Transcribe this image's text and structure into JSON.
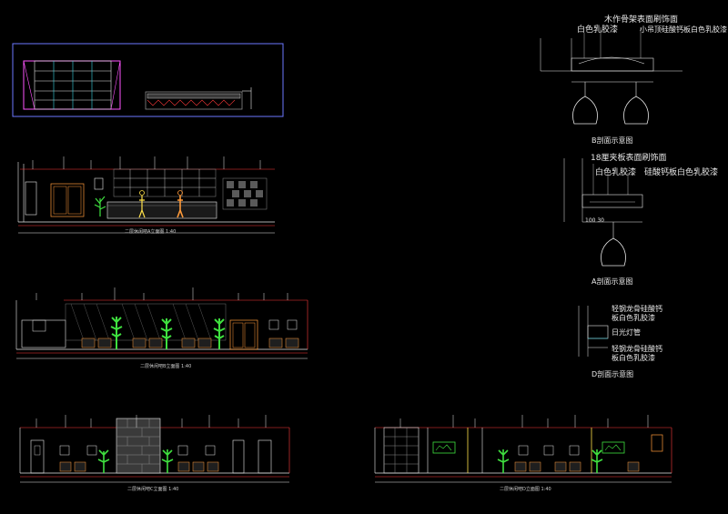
{
  "drawing": {
    "elevations": [
      {
        "id": "e1",
        "caption": "二层休闲吧A立面图",
        "scale": "1:40"
      },
      {
        "id": "e2",
        "caption": "二层休闲吧B立面图",
        "scale": "1:40"
      },
      {
        "id": "e3",
        "caption": "二层休闲吧C立面图",
        "scale": "1:40"
      },
      {
        "id": "e4",
        "caption": "二层休闲吧D立面图",
        "scale": "1:40"
      }
    ],
    "sections": {
      "b": {
        "annotations": [
          "木作骨架表面刷饰面",
          "白色乳胶漆",
          "小吊顶硅酸钙板白色乳胶漆"
        ],
        "title": "B剖面示意图"
      },
      "a": {
        "annotations": [
          "18厘夹板表面刷饰面",
          "白色乳胶漆",
          "硅酸钙板白色乳胶漆"
        ],
        "dims": "100 30",
        "title": "A剖面示意图"
      },
      "d": {
        "annotations": [
          "轻钢龙骨硅酸钙",
          "板白色乳胶漆",
          "日光灯管",
          "轻钢龙骨硅酸钙",
          "板白色乳胶漆"
        ],
        "title": "D剖面示意图"
      }
    }
  },
  "colors": {
    "background": "#000000",
    "frame": "#ff3b8a",
    "white": "#e8e8e8",
    "yellow": "#ffe14a",
    "green": "#3fe03f",
    "cyan": "#39d8e6",
    "magenta": "#ff55ff",
    "orange": "#ff9a3a",
    "red": "#ff3b3b",
    "blue": "#6b78ff",
    "gray": "#8a8a8a"
  }
}
